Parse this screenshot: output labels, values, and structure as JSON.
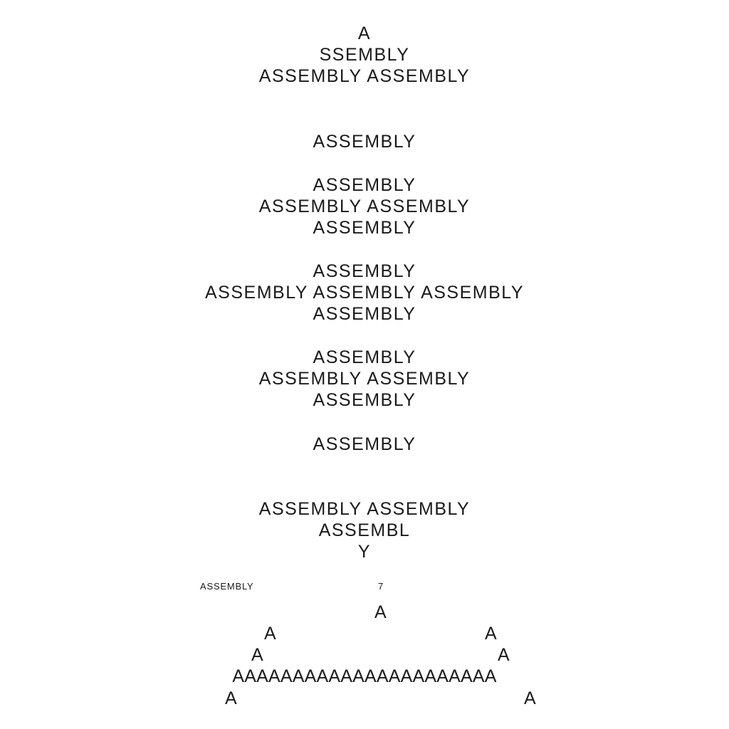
{
  "poem": {
    "stanza_1": [
      "A",
      "SSEMBLY",
      "ASSEMBLY ASSEMBLY"
    ],
    "stanza_2": [
      "ASSEMBLY"
    ],
    "stanza_3": [
      "ASSEMBLY",
      "ASSEMBLY ASSEMBLY",
      "ASSEMBLY"
    ],
    "stanza_4": [
      "ASSEMBLY",
      "ASSEMBLY ASSEMBLY ASSEMBLY",
      "ASSEMBLY"
    ],
    "stanza_5": [
      "ASSEMBLY",
      "ASSEMBLY ASSEMBLY",
      "ASSEMBLY"
    ],
    "stanza_6": [
      "ASSEMBLY"
    ],
    "stanza_7": [
      "ASSEMBLY ASSEMBLY",
      "ASSEMBL",
      "Y"
    ]
  },
  "footer": {
    "title": "ASSEMBLY",
    "page_number": "7"
  },
  "figure": {
    "apex": "A",
    "upper_left": "A",
    "upper_right": "A",
    "mid_left": "A",
    "mid_right": "A",
    "crossbar": "AAAAAAAAAAAAAAAAAAAAAA",
    "foot_left": "A",
    "foot_right": "A"
  }
}
